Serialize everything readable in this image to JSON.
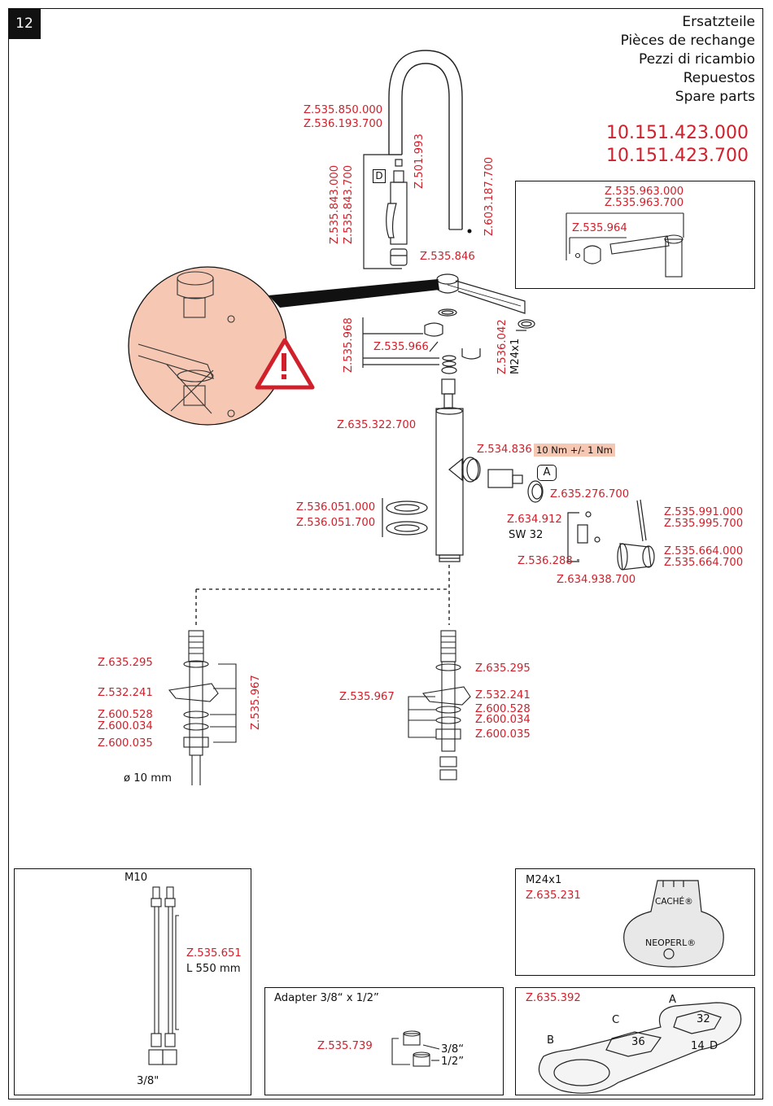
{
  "page_number": "12",
  "header": {
    "titles": [
      "Ersatzteile",
      "Pièces de rechange",
      "Pezzi di ricambio",
      "Repuestos",
      "Spare parts"
    ],
    "article_numbers": [
      "10.151.423.000",
      "10.151.423.700"
    ]
  },
  "parts": {
    "spout": [
      "Z.535.850.000",
      "Z.536.193.700"
    ],
    "pullout": [
      "Z.535.843.000",
      "Z.535.843.700"
    ],
    "pullout_letter": "D",
    "screw": "Z.501.993",
    "pin": "Z.603.187.700",
    "nut": "Z.535.846",
    "lever_set": [
      "Z.535.963.000",
      "Z.535.963.700"
    ],
    "clip_set": "Z.535.964",
    "ring_set": "Z.535.968",
    "clips": "Z.535.966",
    "aerator": "Z.536.042",
    "aerator_thread": "M24x1",
    "grub": "Z.635.322.700",
    "cartridge": "Z.534.836",
    "torque": "10 Nm +/- 1 Nm",
    "cartridge_letter": "A",
    "cartridge_nut": "Z.634.912",
    "wrench_size": "SW 32",
    "small_screw": "Z.635.276.700",
    "pin_set": [
      "Z.535.991.000",
      "Z.535.995.700"
    ],
    "gasket": [
      "Z.536.051.000",
      "Z.536.051.700"
    ],
    "adapter": "Z.536.288",
    "screw2": "Z.634.938.700",
    "knob": [
      "Z.535.664.000",
      "Z.535.664.700"
    ]
  },
  "mounting_left": {
    "washer_top": "Z.635.295",
    "bracket": "Z.532.241",
    "washer1": "Z.600.528",
    "washer2": "Z.600.034",
    "nut": "Z.600.035",
    "set": "Z.535.967",
    "diameter": "ø 10 mm"
  },
  "mounting_right": {
    "washer_top": "Z.635.295",
    "set": "Z.535.967",
    "bracket": "Z.532.241",
    "washer1": "Z.600.528",
    "washer2": "Z.600.034",
    "nut": "Z.600.035"
  },
  "hoses": {
    "thread": "M10",
    "part": "Z.535.651",
    "length": "L 550 mm",
    "connector": "3/8\""
  },
  "adapter_box": {
    "title": "Adapter 3/8“ x 1/2”",
    "part": "Z.535.739",
    "size1": "3/8“",
    "size2": "1/2”"
  },
  "key_box": {
    "thread": "M24x1",
    "part": "Z.635.231",
    "brand1": "CACHÉ®",
    "brand2": "NEOPERL®"
  },
  "wrench_box": {
    "part": "Z.635.392",
    "letters": [
      "A",
      "B",
      "C",
      "D"
    ],
    "sizes": [
      "32",
      "36",
      "14"
    ]
  },
  "colors": {
    "red": "#d0202b",
    "salmon": "#f6c8b3",
    "ink": "#111111"
  }
}
